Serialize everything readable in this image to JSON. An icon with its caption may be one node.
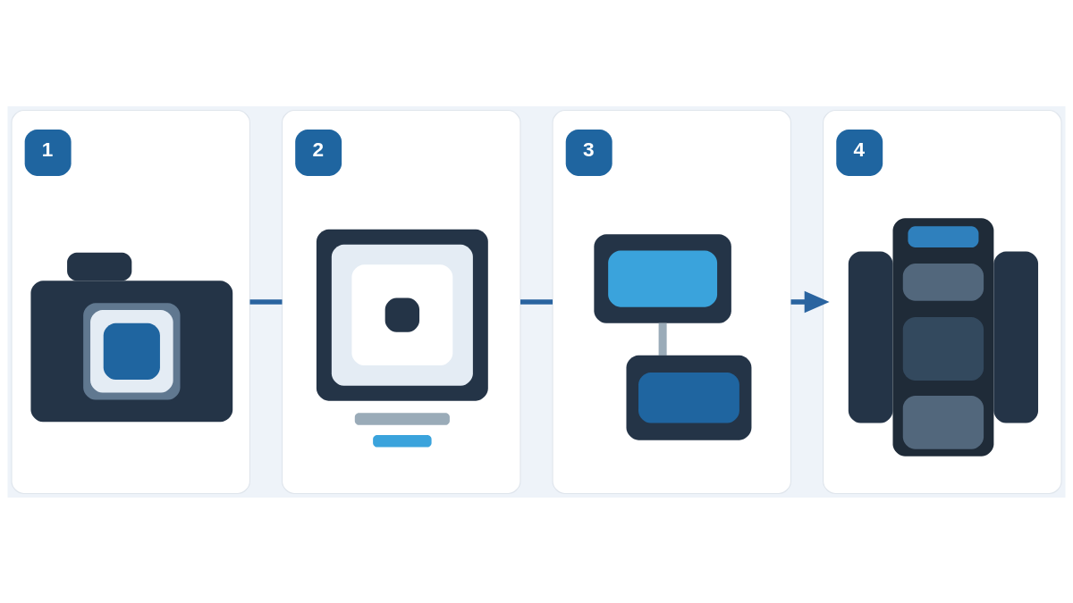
{
  "diagram": {
    "nodes": [
      {
        "text": [
          "1"
        ]
      },
      {
        "text": [
          "2"
        ]
      },
      {
        "text": [
          "3"
        ]
      },
      {
        "text": [
          "4"
        ]
      }
    ],
    "edges": [
      {
        "from": 0,
        "to": 1,
        "arrow": "none"
      },
      {
        "from": 1,
        "to": 2,
        "arrow": "none"
      },
      {
        "from": 2,
        "to": 3,
        "arrow": "to"
      }
    ]
  }
}
